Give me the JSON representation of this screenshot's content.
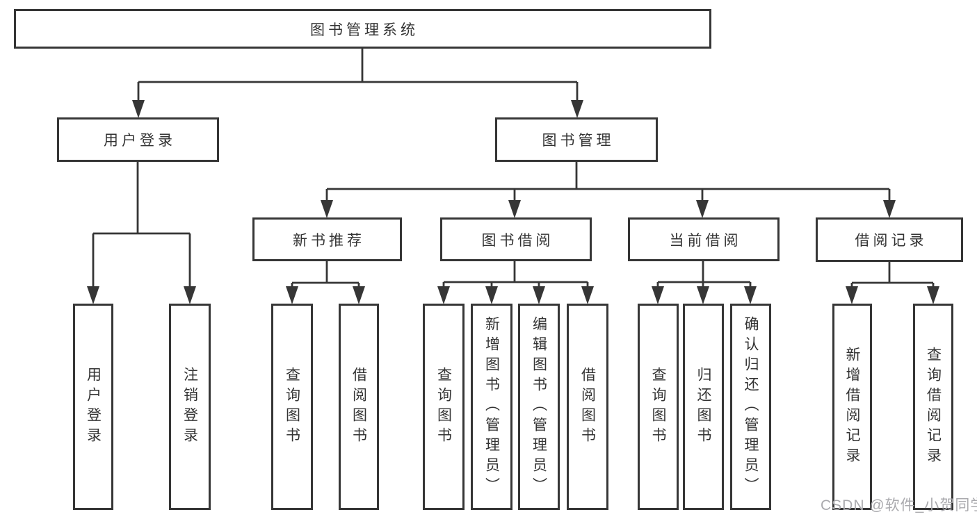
{
  "diagram_type": "hierarchy-tree",
  "colors": {
    "line": "#363636",
    "box_border": "#363636",
    "box_background": "#ffffff",
    "text": "#333333",
    "watermark_text": "#aaaaae"
  },
  "tree": {
    "root": {
      "label": "图书管理系统",
      "children": [
        {
          "label": "用户登录",
          "children": [
            {
              "label": "用户登录"
            },
            {
              "label": "注销登录"
            }
          ]
        },
        {
          "label": "图书管理",
          "children": [
            {
              "label": "新书推荐",
              "children": [
                {
                  "label": "查询图书"
                },
                {
                  "label": "借阅图书"
                }
              ]
            },
            {
              "label": "图书借阅",
              "children": [
                {
                  "label": "查询图书"
                },
                {
                  "label": "新增图书（管理员）"
                },
                {
                  "label": "编辑图书（管理员）"
                },
                {
                  "label": "借阅图书"
                }
              ]
            },
            {
              "label": "当前借阅",
              "children": [
                {
                  "label": "查询图书"
                },
                {
                  "label": "归还图书"
                },
                {
                  "label": "确认归还（管理员）"
                }
              ]
            },
            {
              "label": "借阅记录",
              "children": [
                {
                  "label": "新增借阅记录"
                },
                {
                  "label": "查询借阅记录"
                }
              ]
            }
          ]
        }
      ]
    }
  },
  "watermark": {
    "text": "CSDN @软件_小贺同学"
  }
}
